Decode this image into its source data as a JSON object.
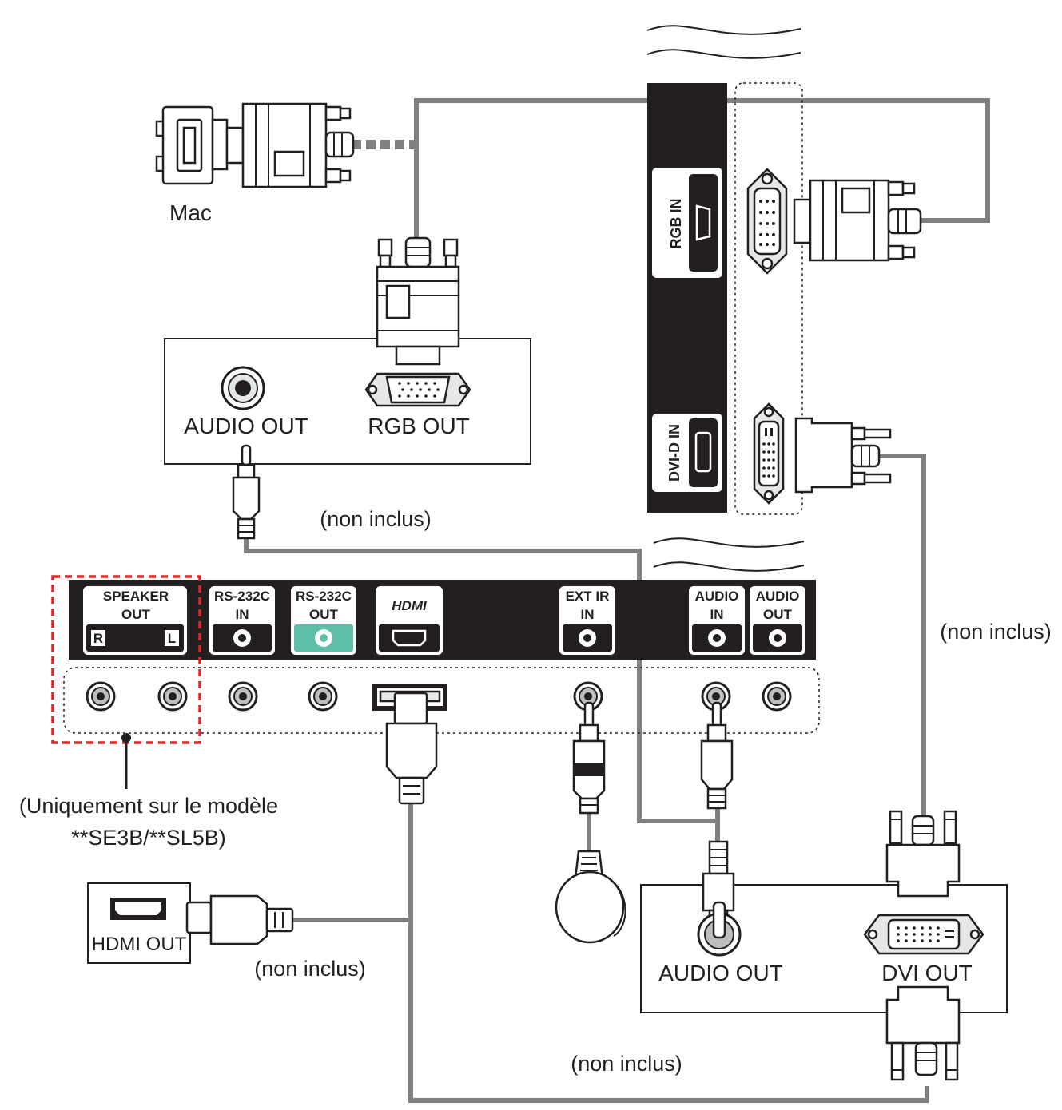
{
  "pc_device": {
    "mac_label": "Mac",
    "audio_out_label": "AUDIO OUT",
    "rgb_out_label": "RGB OUT"
  },
  "monitor_side_ports": {
    "rgb_in_label": "RGB IN",
    "dvi_d_in_label": "DVI-D IN"
  },
  "bottom_panel": {
    "speaker_out_label_line1": "SPEAKER",
    "speaker_out_label_line2": "OUT",
    "speaker_r": "R",
    "speaker_l": "L",
    "rs232c_in_line1": "RS-232C",
    "rs232c_in_line2": "IN",
    "rs232c_out_line1": "RS-232C",
    "rs232c_out_line2": "OUT",
    "hdmi_logo": "HDMI",
    "ext_ir_line1": "EXT IR",
    "ext_ir_line2": "IN",
    "audio_in_line1": "AUDIO",
    "audio_in_line2": "IN",
    "audio_out_line1": "AUDIO",
    "audio_out_line2": "OUT"
  },
  "model_note_line1": "(Uniquement sur le modèle",
  "model_note_line2": "**SE3B/**SL5B)",
  "source_device": {
    "hdmi_out_label": "HDMI OUT"
  },
  "av_device": {
    "audio_out_label": "AUDIO OUT",
    "dvi_out_label": "DVI OUT"
  },
  "notes": {
    "non_inclus_audio": "(non inclus)",
    "non_inclus_dvi": "(non inclus)",
    "non_inclus_hdmi": "(non inclus)",
    "non_inclus_bottom": "(non inclus)"
  },
  "colors": {
    "cable": "#808080",
    "panel": "#231f20",
    "rs232c_out_accent": "#5dbfa8",
    "speaker_highlight": "#e0252a"
  }
}
